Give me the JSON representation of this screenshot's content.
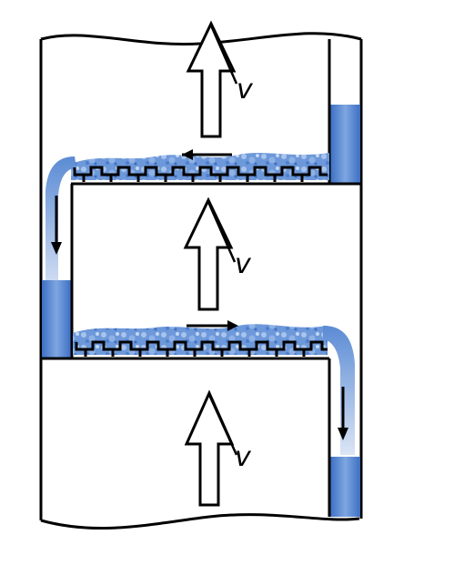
{
  "labels": {
    "velocity_top": "v",
    "velocity_middle": "v",
    "velocity_bottom": "v"
  },
  "colors": {
    "liquid": "#4f7fce",
    "liquid_light": "#a9c4ec",
    "foam_dark": "#5a86c8",
    "outline": "#000000",
    "background": "#ffffff"
  }
}
